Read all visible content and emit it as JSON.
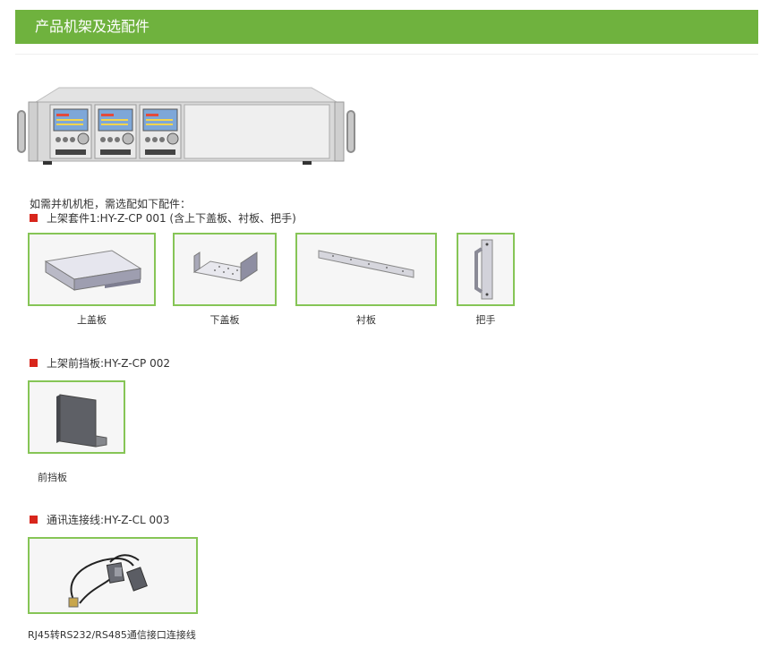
{
  "header": {
    "title": "产品机架及选配件"
  },
  "intro_text": "如需并机机柜，需选配如下配件：",
  "sections": [
    {
      "title": "上架套件1:HY-Z-CP  001 (含上下盖板、衬板、把手)",
      "items": [
        {
          "caption": "上盖板",
          "icon": "top-cover-plate"
        },
        {
          "caption": "下盖板",
          "icon": "bottom-cover-plate"
        },
        {
          "caption": "衬板",
          "icon": "liner-plate"
        },
        {
          "caption": "把手",
          "icon": "handle"
        }
      ]
    },
    {
      "title": "上架前挡板:HY-Z-CP 002",
      "items": [
        {
          "caption": "前挡板",
          "icon": "front-baffle"
        }
      ]
    },
    {
      "title": "通讯连接线:HY-Z-CL  003",
      "items": [
        {
          "caption": "RJ45转RS232/RS485通信接口连接线",
          "icon": "communication-cable"
        }
      ]
    }
  ],
  "colors": {
    "header_bg": "#6fb23e",
    "frame_border": "#86c556",
    "bullet": "#d8261c"
  }
}
